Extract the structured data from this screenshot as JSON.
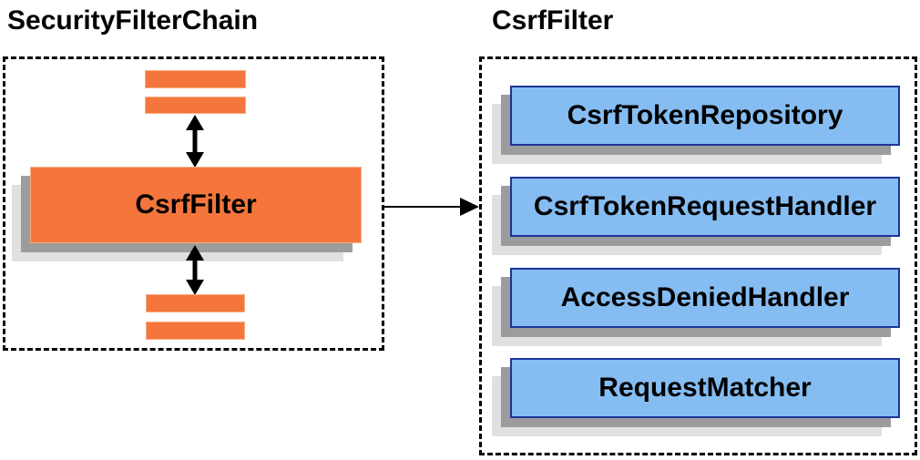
{
  "diagram": {
    "left_panel": {
      "title": "SecurityFilterChain",
      "csrf_filter_label": "CsrfFilter"
    },
    "right_panel": {
      "title": "CsrfFilter",
      "components": [
        "CsrfTokenRepository",
        "CsrfTokenRequestHandler",
        "AccessDeniedHandler",
        "RequestMatcher"
      ]
    },
    "colors": {
      "orange_fill": "#F4763C",
      "blue_fill": "#85BDF2",
      "blue_border": "#1B3698",
      "shadow_dark": "#9C9C9C",
      "shadow_light": "#E0E0E0",
      "line": "#000000"
    }
  }
}
